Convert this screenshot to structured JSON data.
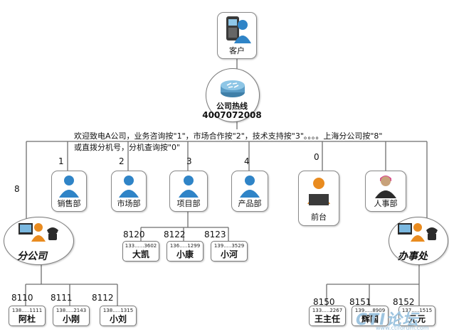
{
  "customer": {
    "label": "客户"
  },
  "hotline": {
    "name": "公司热线",
    "number": "4007072008"
  },
  "greeting": {
    "line1": "欢迎致电A公司，业务咨询按\"1\"，市场合作按\"2\"，技术支持按\"3\"。。。。上海分公司按\"8\"",
    "line2": "或直拨分机号，分机查询按\"0\""
  },
  "departments": [
    {
      "key": "1",
      "label": "销售部"
    },
    {
      "key": "2",
      "label": "市场部"
    },
    {
      "key": "3",
      "label": "项目部"
    },
    {
      "key": "4",
      "label": "产品部"
    },
    {
      "key": "0",
      "label": "前台"
    },
    {
      "key": "",
      "label": "人事部"
    }
  ],
  "branch": {
    "key": "8",
    "label": "分公司"
  },
  "office": {
    "label": "办事处"
  },
  "project_staff": [
    {
      "ext": "8120",
      "phone": "133......3602",
      "name": "大凯"
    },
    {
      "ext": "8122",
      "phone": "136.....1299",
      "name": "小康"
    },
    {
      "ext": "8123",
      "phone": "139.....3529",
      "name": "小河"
    }
  ],
  "branch_staff": [
    {
      "ext": "8110",
      "phone": "138.....1111",
      "name": "阿杜"
    },
    {
      "ext": "8111",
      "phone": "138.....2143",
      "name": "小刚"
    },
    {
      "ext": "8112",
      "phone": "138.....1315",
      "name": "小刘"
    }
  ],
  "office_staff": [
    {
      "ext": "8150",
      "phone": "133.....2267",
      "name": "王主任"
    },
    {
      "ext": "8151",
      "phone": "139.....8909",
      "name": "辉国"
    },
    {
      "ext": "8152",
      "phone": "137.....1515",
      "name": "元元"
    }
  ],
  "watermark": {
    "brand": "CTI论坛",
    "url": "www.ctiforum.com"
  },
  "colors": {
    "line": "#6e6e6e",
    "person_blue": "#2f84c7",
    "person_orange": "#e98b1f",
    "person_pink": "#d8468c"
  }
}
